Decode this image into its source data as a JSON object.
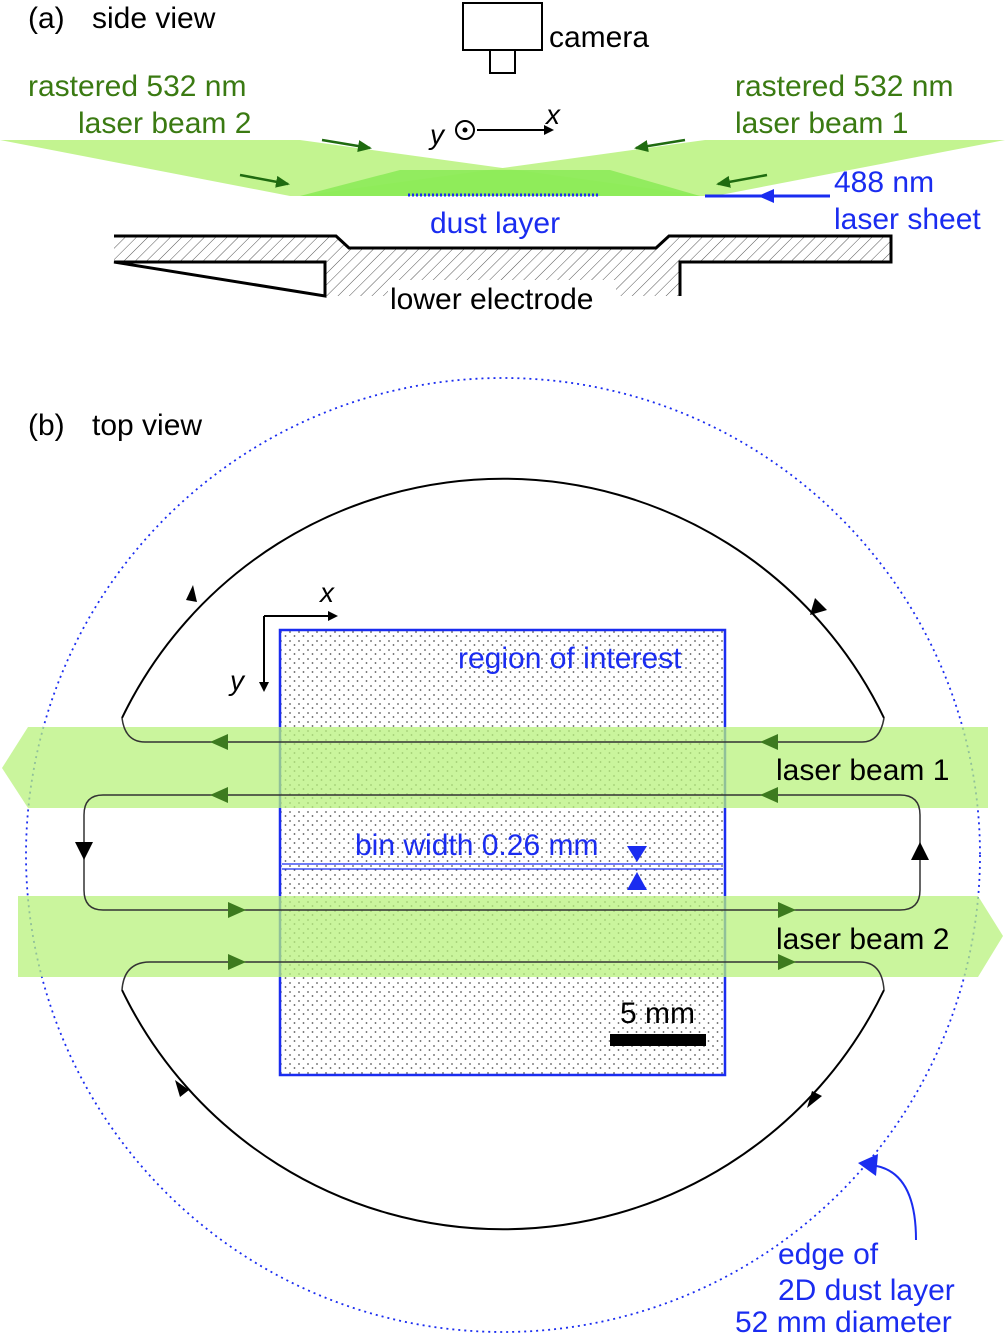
{
  "side_view": {
    "panel_label": "(a)",
    "title": "side view",
    "camera_label": "camera",
    "laser_beam_2_line1": "rastered 532 nm",
    "laser_beam_2_line2": "laser beam 2",
    "laser_beam_1_line1": "rastered 532 nm",
    "laser_beam_1_line2": "laser beam 1",
    "axis_y": "y",
    "axis_x": "x",
    "sheet_line1": "488 nm",
    "sheet_line2": "laser sheet",
    "dust_layer_label": "dust layer",
    "electrode_label": "lower electrode"
  },
  "top_view": {
    "panel_label": "(b)",
    "title": "top view",
    "axis_x": "x",
    "axis_y": "y",
    "roi_label": "region of interest",
    "laser_beam_1_label": "laser beam 1",
    "laser_beam_2_label": "laser beam 2",
    "bin_width_label": "bin width 0.26 mm",
    "scale_bar_label": "5 mm",
    "edge_line1": "edge of",
    "edge_line2": "2D dust layer",
    "edge_line3": "52 mm diameter"
  },
  "colors": {
    "green_text": "#3a7a12",
    "beam_fill": "#b8f27c",
    "blue": "#1a2cf0",
    "black": "#000000",
    "arrow_green": "#1f6b10"
  }
}
